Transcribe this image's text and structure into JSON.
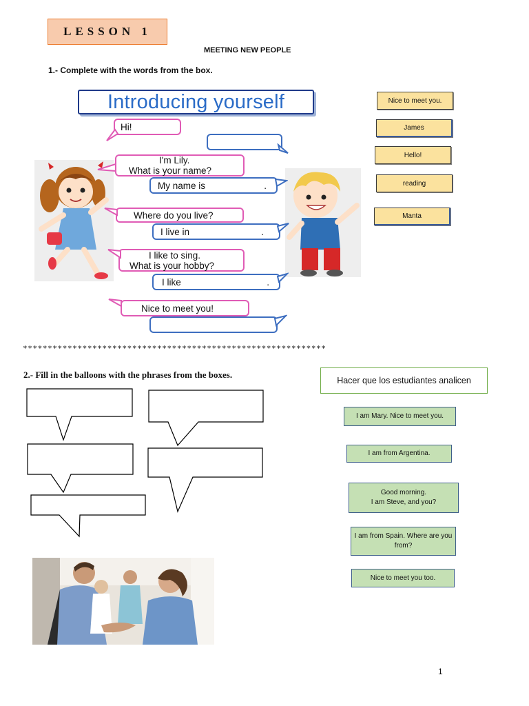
{
  "header": {
    "lesson": "LESSON 1",
    "title": "MEETING NEW PEOPLE"
  },
  "exercise1": {
    "instruction": "1.- Complete with the words from the box.",
    "illustration_title": "Introducing yourself",
    "bubbles": {
      "hi": "Hi!",
      "lily_1": "I'm Lily.",
      "lily_2": "What is your name?",
      "my_name": "My name is",
      "where_live": "Where do you live?",
      "i_live": "I live in",
      "sing_1": "I like to sing.",
      "sing_2": "What is your hobby?",
      "i_like": "I like",
      "nice": "Nice to meet you!",
      "dot": "."
    },
    "word_box": [
      "Nice to meet you.",
      "James",
      "Hello!",
      "reading",
      "Manta"
    ]
  },
  "separator": "*************************************************************",
  "exercise2": {
    "instruction": "2.- Fill in the balloons with the phrases from the boxes.",
    "hint": "Hacer que los estudiantes analicen",
    "phrases": [
      "I am Mary. Nice to meet you.",
      "I am from Argentina.",
      "Good morning.\nI am Steve, and you?",
      "I am from Spain. Where are you from?",
      "Nice to meet you too."
    ]
  },
  "page_number": "1",
  "colors": {
    "lesson_fill": "#f8cbad",
    "lesson_border": "#ed7d31",
    "word_fill": "#fbe29e",
    "phrase_fill": "#c5e0b4",
    "hint_border": "#70ad47",
    "pink_bubble": "#e05bb5",
    "blue_bubble": "#3d6ec0",
    "title_blue": "#2a6bc7"
  }
}
